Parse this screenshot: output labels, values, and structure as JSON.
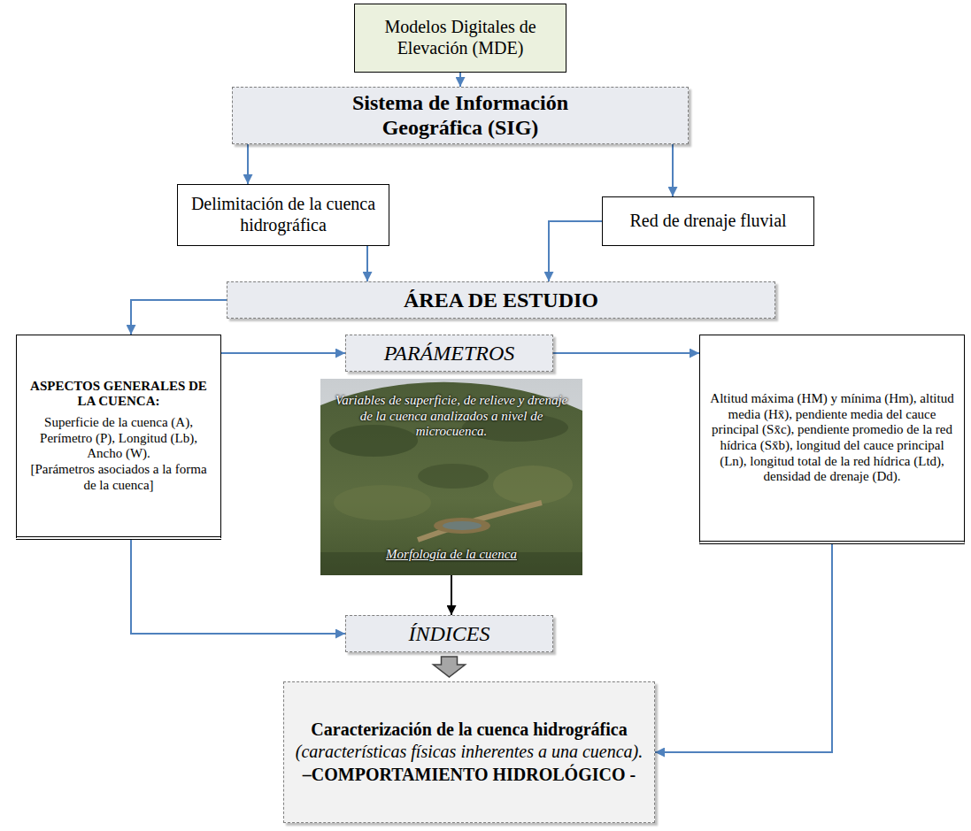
{
  "diagram": {
    "nodes": [
      {
        "text": [
          "Modelos Digitales de Elevación (MDE)"
        ]
      },
      {
        "text": [
          "Sistema de Información Geográfica (SIG)"
        ]
      },
      {
        "text": [
          "Delimitación de la cuenca hidrográfica"
        ]
      },
      {
        "text": [
          "Red de drenaje fluvial"
        ]
      },
      {
        "text": [
          "ÁREA DE ESTUDIO"
        ]
      },
      {
        "text": [
          "ASPECTOS GENERALES DE LA CUENCA:",
          "Superficie de la cuenca (A), Perímetro (P), Longitud (Lb), Ancho (W).",
          "[Parámetros asociados a la forma de la cuenca]"
        ]
      },
      {
        "text": [
          "PARÁMETROS"
        ]
      },
      {
        "text": [
          "Variables de superficie, de relieve y drenaje de la cuenca analizados a nivel de microcuenca.",
          "Morfología de la cuenca"
        ]
      },
      {
        "text": [
          "Altitud máxima (HM) y mínima (Hm), altitud media (Hx̄), pendiente media del cauce principal (Sx̄c), pendiente promedio de la red hídrica (Sx̄b), longitud del cauce principal (Ln), longitud total de la red hídrica (Ltd), densidad de drenaje (Dd)."
        ]
      },
      {
        "text": [
          "ÍNDICES"
        ]
      },
      {
        "text": [
          "Caracterización de la cuenca hidrográfica",
          "(características físicas inherentes a una cuenca).",
          "–COMPORTAMIENTO HIDROLÓGICO -"
        ]
      }
    ],
    "edges": [
      {
        "from": 0,
        "to": 1,
        "arrow": "to"
      },
      {
        "from": 1,
        "to": 2,
        "arrow": "to"
      },
      {
        "from": 1,
        "to": 3,
        "arrow": "to"
      },
      {
        "from": 2,
        "to": 4,
        "arrow": "to"
      },
      {
        "from": 3,
        "to": 4,
        "arrow": "to"
      },
      {
        "from": 4,
        "to": 5,
        "arrow": "to"
      },
      {
        "from": 5,
        "to": 6,
        "arrow": "to"
      },
      {
        "from": 6,
        "to": 8,
        "arrow": "to"
      },
      {
        "from": 7,
        "to": 9,
        "arrow": "to"
      },
      {
        "from": 5,
        "to": 9,
        "arrow": "to"
      },
      {
        "from": 9,
        "to": 10,
        "arrow": "to"
      },
      {
        "from": 8,
        "to": 10,
        "arrow": "to"
      }
    ]
  }
}
